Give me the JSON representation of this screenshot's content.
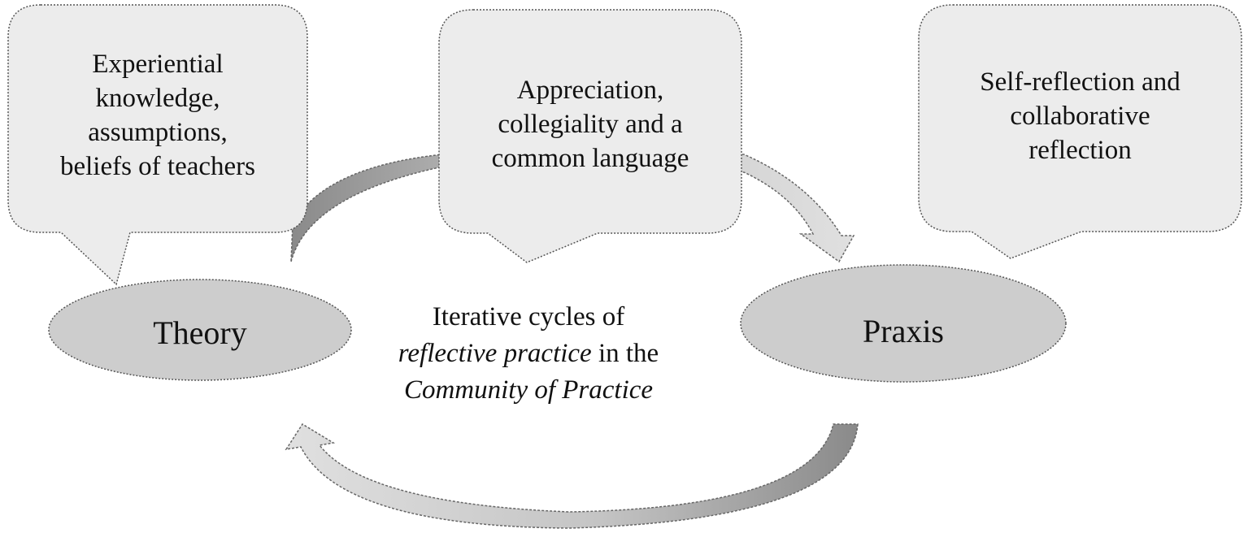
{
  "colors": {
    "bubble_fill": "#ececec",
    "ellipse_fill": "#cdcdcd",
    "outline": "#555555",
    "arrow_light": "#d6d6d6",
    "arrow_dark": "#8e8e8e"
  },
  "bubbles": {
    "left": {
      "lines": [
        "Experiential",
        "knowledge,",
        "assumptions,",
        "beliefs of teachers"
      ]
    },
    "center": {
      "lines": [
        "Appreciation,",
        "collegiality and a",
        "common language"
      ]
    },
    "right": {
      "lines": [
        "Self-reflection and",
        "collaborative",
        "reflection"
      ]
    }
  },
  "nodes": {
    "theory": "Theory",
    "praxis": "Praxis"
  },
  "center_caption": {
    "line1": "Iterative cycles of",
    "line2_italic": "reflective practice",
    "line2_rest": " in the",
    "line3_italic": "Community of Practice"
  }
}
